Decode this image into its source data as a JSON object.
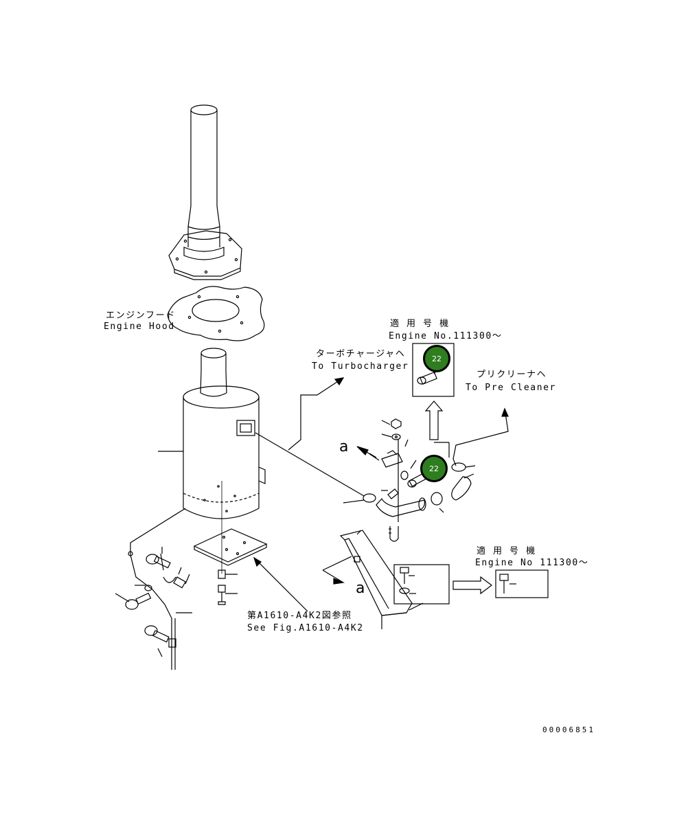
{
  "labels": {
    "engine_hood_jp": "エンジンフード",
    "engine_hood_en": "Engine Hood",
    "turbo_jp": "ターボチャージャヘ",
    "turbo_en": "To Turbocharger",
    "applicable_jp_1": "適 用 号 機",
    "engine_no_1": "Engine No.111300～",
    "precleaner_jp": "プリクリーナヘ",
    "precleaner_en": "To Pre Cleaner",
    "applicable_jp_2": "適 用 号 機",
    "engine_no_2": "Engine No 111300～",
    "see_fig_jp": "第A1610-A4K2図参照",
    "see_fig_en": "See Fig.A1610-A4K2",
    "view_a_1": "a",
    "view_a_2": "a"
  },
  "markers": [
    {
      "label": "22"
    },
    {
      "label": "22"
    }
  ],
  "drawing_number": "00006851",
  "colors": {
    "marker_fill": "#2e7d1f",
    "marker_border": "#000000",
    "marker_text": "#ffffff",
    "line": "#000000",
    "background": "#ffffff"
  }
}
